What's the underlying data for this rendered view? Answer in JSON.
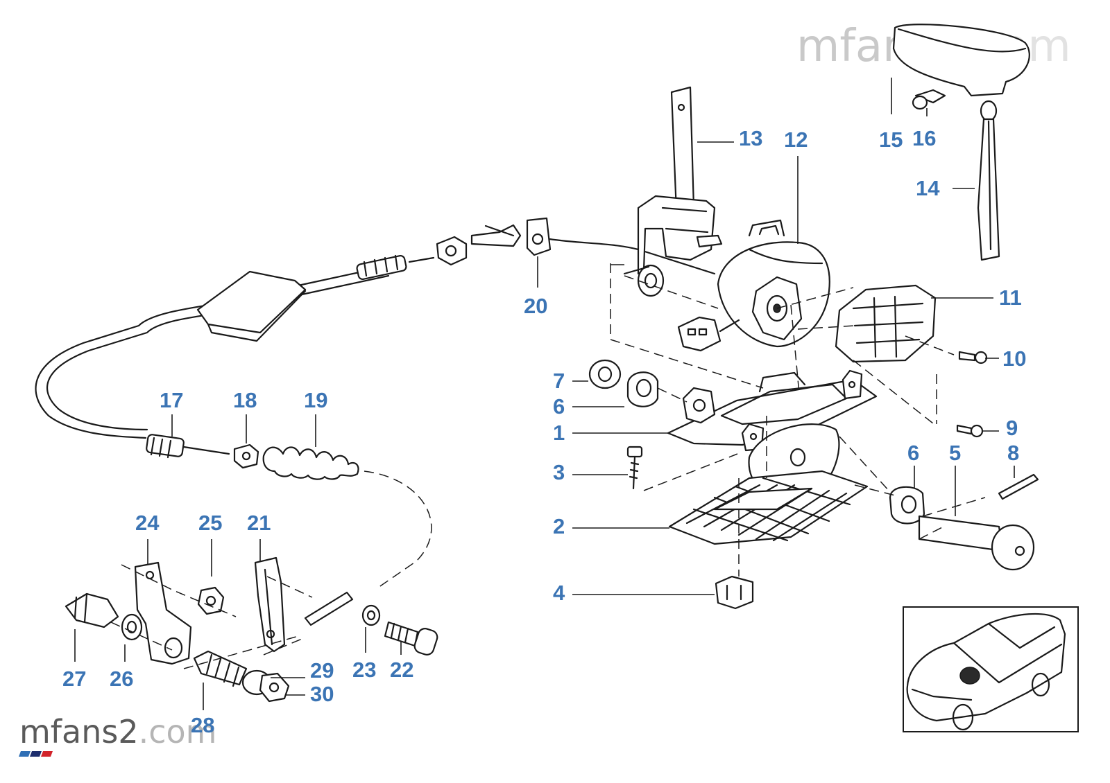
{
  "watermark": {
    "top_main": "mfans2",
    "top_suffix": ".com",
    "bottom_main": "mfans2",
    "bottom_suffix": ".com"
  },
  "callouts": {
    "c1": "1",
    "c2": "2",
    "c3": "3",
    "c4": "4",
    "c5": "5",
    "c6a": "6",
    "c6b": "6",
    "c7": "7",
    "c8": "8",
    "c9": "9",
    "c10": "10",
    "c11": "11",
    "c12": "12",
    "c13": "13",
    "c14": "14",
    "c15": "15",
    "c16": "16",
    "c17": "17",
    "c18": "18",
    "c19": "19",
    "c20": "20",
    "c21": "21",
    "c22": "22",
    "c23": "23",
    "c24": "24",
    "c25": "25",
    "c26": "26",
    "c27": "27",
    "c28": "28",
    "c29": "29",
    "c30": "30"
  },
  "colors": {
    "callout": "#3b74b4",
    "line": "#1a1a1a",
    "watermark": "#c9c9c9",
    "logo_stripes": [
      "#2f6fb5",
      "#1d2e6e",
      "#d2232a"
    ]
  },
  "icons": {
    "inset": "car-location-icon",
    "logo": "m-stripes-logo"
  }
}
